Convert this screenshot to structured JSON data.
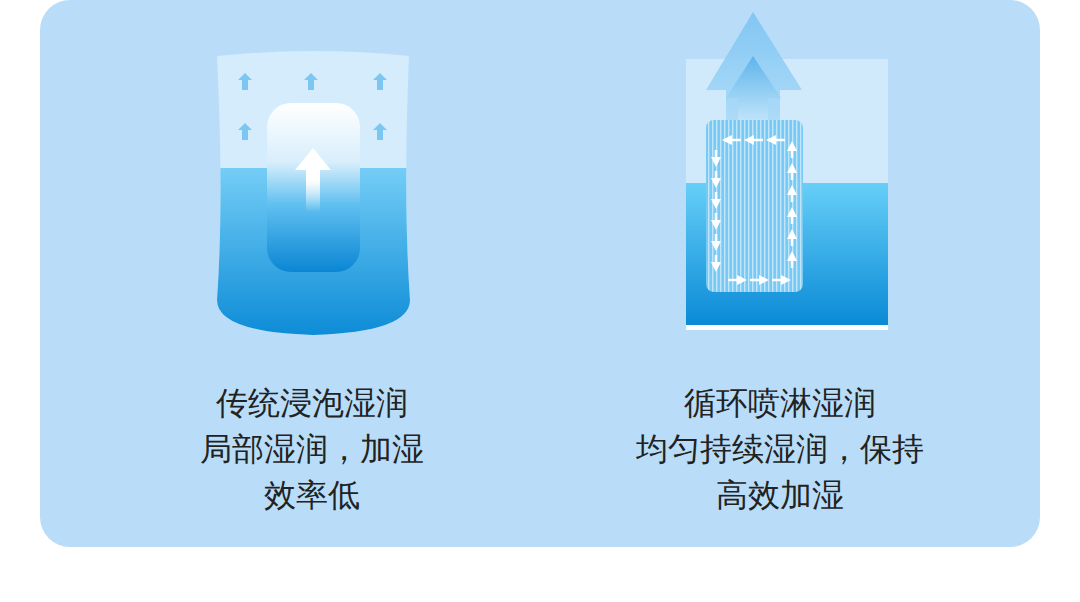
{
  "diagram": {
    "labels": [
      "传统浸泡湿润",
      "局部湿润，加湿 效率低",
      "循环喷淋湿润",
      "均匀持续湿润，保持 高效加湿"
    ]
  }
}
